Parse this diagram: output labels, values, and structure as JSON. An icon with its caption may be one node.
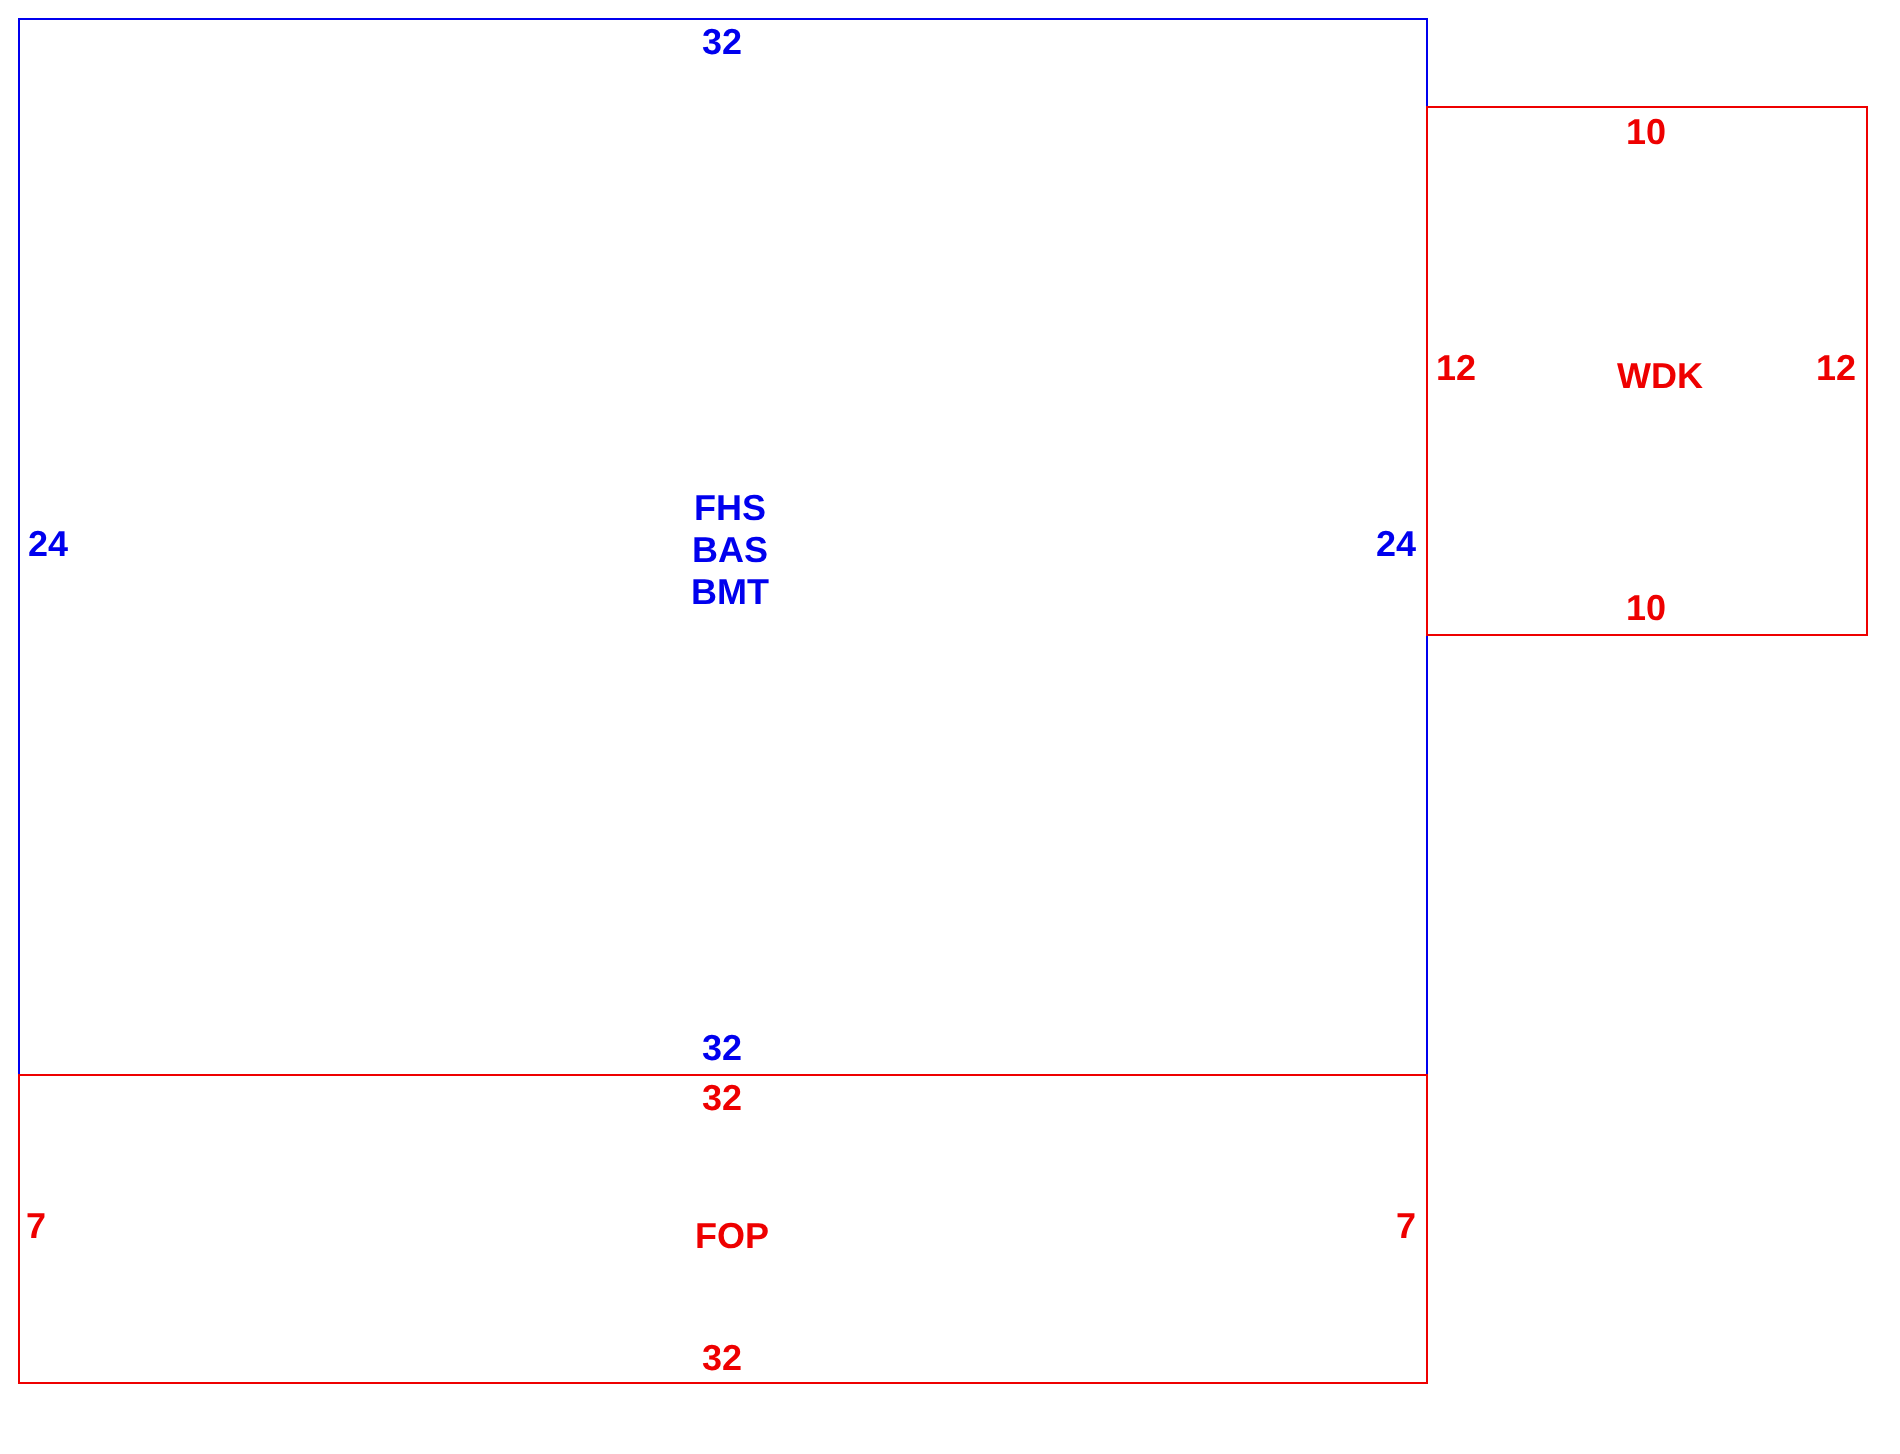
{
  "diagram": {
    "nodes": [
      {
        "text": [
          "FHS",
          "BAS",
          "BMT"
        ]
      },
      {
        "text": [
          "WDK"
        ]
      },
      {
        "text": [
          "FOP"
        ]
      }
    ],
    "labels": [
      "32",
      "10",
      "12",
      "12",
      "24",
      "24",
      "10",
      "32",
      "32",
      "7",
      "7",
      "32"
    ]
  }
}
